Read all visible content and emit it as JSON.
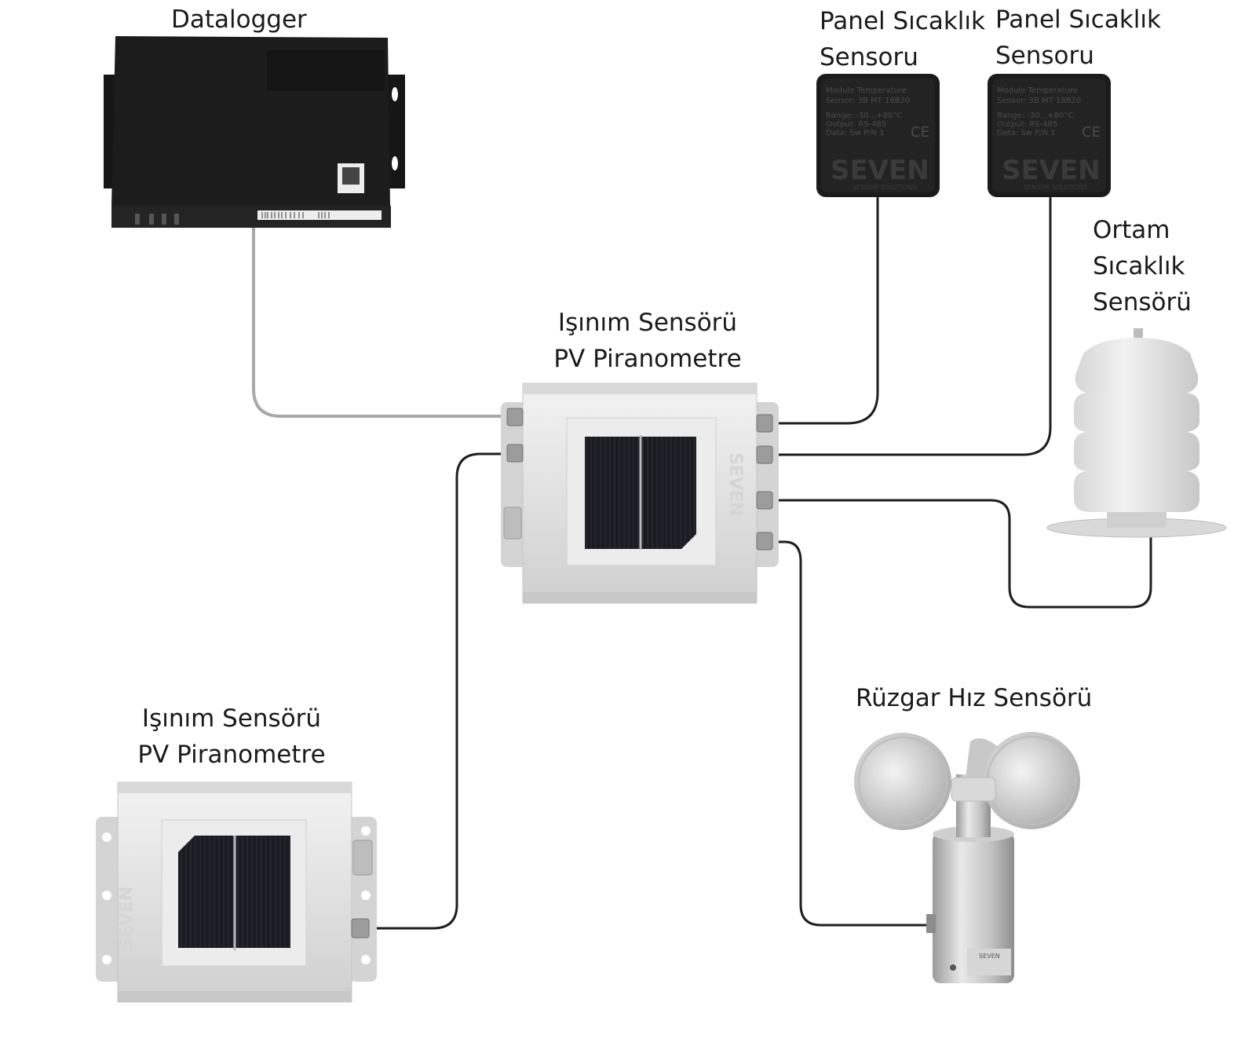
{
  "labels": {
    "datalogger": "Datalogger",
    "panel_sensor_1": [
      "Panel Sıcaklık",
      "Sensoru"
    ],
    "panel_sensor_2": [
      "Panel Sıcaklık",
      "Sensoru"
    ],
    "ambient_sensor": [
      "Ortam",
      "Sıcaklık",
      "Sensörü"
    ],
    "irradiance_main": [
      "Işınım Sensörü",
      "PV Piranometre"
    ],
    "irradiance_secondary": [
      "Işınım Sensörü",
      "PV Piranometre"
    ],
    "wind_sensor": "Rüzgar Hız Sensörü"
  },
  "device_text": {
    "panel_sensor_lines": [
      "Module Temperature",
      "Sensor: 3B MT 18B20",
      "Range: -30...+80°C",
      "Output: RS-485",
      "Data: Sw P/N 1"
    ],
    "brand": "SEVEN",
    "brand_sub": "SENSOR SOLUTIONS",
    "ce_mark": "CE"
  },
  "colors": {
    "cable_dark": "#1e1e1e",
    "cable_gray": "#a9a9a9",
    "device_black": "#1c1c1c",
    "housing_silver": "#e2e2e2",
    "solar_cell": "#1b1c22"
  }
}
